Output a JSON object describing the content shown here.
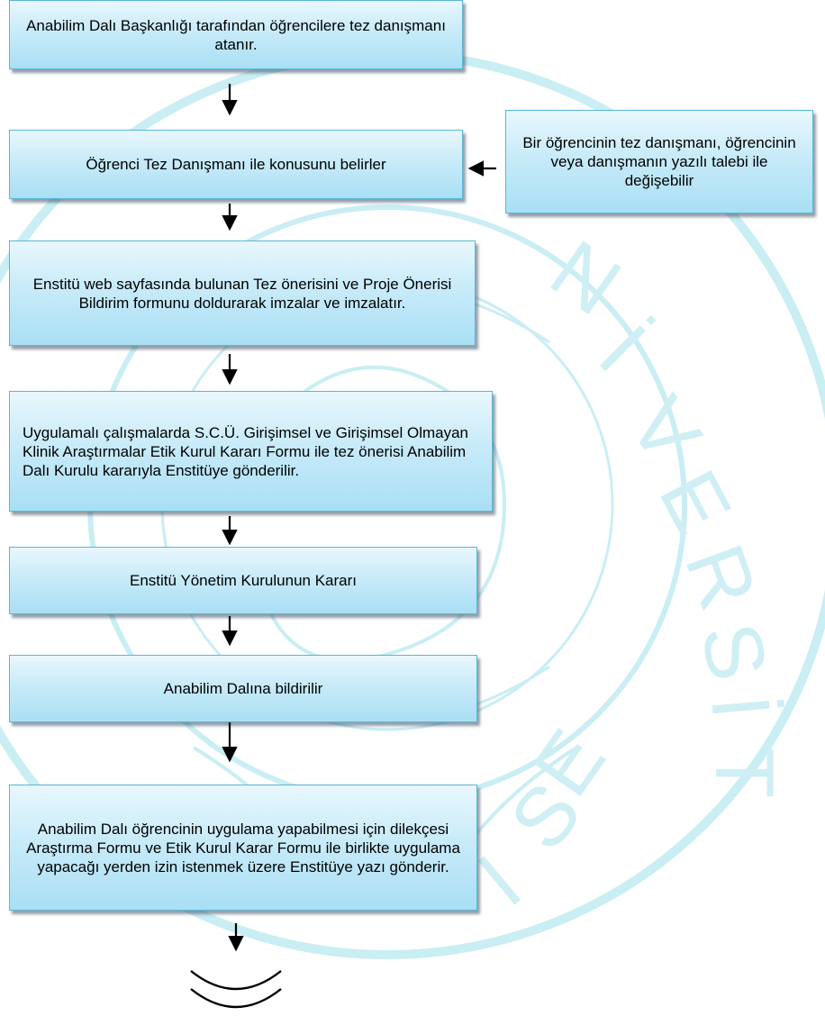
{
  "colors": {
    "box_fill_top": "#e9f7fd",
    "box_fill_bottom": "#a9dff4",
    "box_border": "#5bb6d8",
    "watermark": "#c9eef4",
    "arrow": "#000000"
  },
  "flowchart": {
    "steps": [
      {
        "id": "step-1",
        "text": "Anabilim Dalı Başkanlığı tarafından öğrencilere tez danışmanı atanır."
      },
      {
        "id": "step-2",
        "text": "Öğrenci Tez Danışmanı ile konusunu belirler"
      },
      {
        "id": "step-3",
        "text": "Enstitü web sayfasında bulunan Tez önerisini ve Proje Önerisi Bildirim formunu doldurarak imzalar ve imzalatır."
      },
      {
        "id": "step-4",
        "text": "Uygulamalı çalışmalarda S.C.Ü. Girişimsel ve Girişimsel Olmayan Klinik Araştırmalar Etik Kurul Kararı Formu ile tez önerisi Anabilim Dalı Kurulu kararıyla Enstitüye gönderilir."
      },
      {
        "id": "step-5",
        "text": "Enstitü Yönetim Kurulunun Kararı"
      },
      {
        "id": "step-6",
        "text": "Anabilim Dalına bildirilir"
      },
      {
        "id": "step-7",
        "text": "Anabilim Dalı öğrencinin uygulama yapabilmesi için dilekçesi Araştırma Formu ve Etik Kurul Karar Formu ile birlikte uygulama yapacağı yerden izin istenmek üzere Enstitüye yazı gönderir."
      }
    ],
    "side_note": {
      "text": "Bir öğrencinin tez danışmanı, öğrencinin veya danışmanın yazılı talebi ile değişebilir",
      "points_to": "step-2"
    },
    "continuation_marker": "page-continuation-connector"
  }
}
